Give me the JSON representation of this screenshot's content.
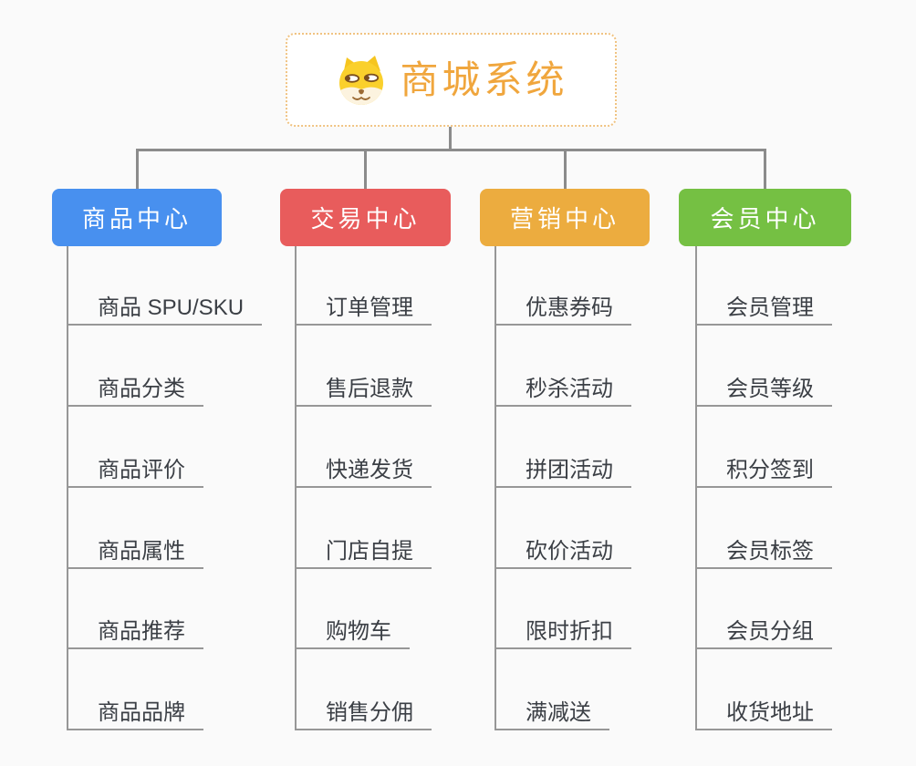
{
  "page": {
    "background": "#fafafa"
  },
  "colors": {
    "connector": "#8b8b8b",
    "underline": "#979797",
    "leaf_text": "#3b3f45",
    "root_text": "#f0a63d",
    "root_border": "#f0c382"
  },
  "root": {
    "title": "商城系统",
    "icon": "doge-icon"
  },
  "branches": [
    {
      "label": "商品中心",
      "color": "#4890ef",
      "children": [
        "商品 SPU/SKU",
        "商品分类",
        "商品评价",
        "商品属性",
        "商品推荐",
        "商品品牌"
      ]
    },
    {
      "label": "交易中心",
      "color": "#e85c5c",
      "children": [
        "订单管理",
        "售后退款",
        "快递发货",
        "门店自提",
        "购物车",
        "销售分佣"
      ]
    },
    {
      "label": "营销中心",
      "color": "#ecac3f",
      "children": [
        "优惠券码",
        "秒杀活动",
        "拼团活动",
        "砍价活动",
        "限时折扣",
        "满减送"
      ]
    },
    {
      "label": "会员中心",
      "color": "#75c043",
      "children": [
        "会员管理",
        "会员等级",
        "积分签到",
        "会员标签",
        "会员分组",
        "收货地址"
      ]
    }
  ]
}
